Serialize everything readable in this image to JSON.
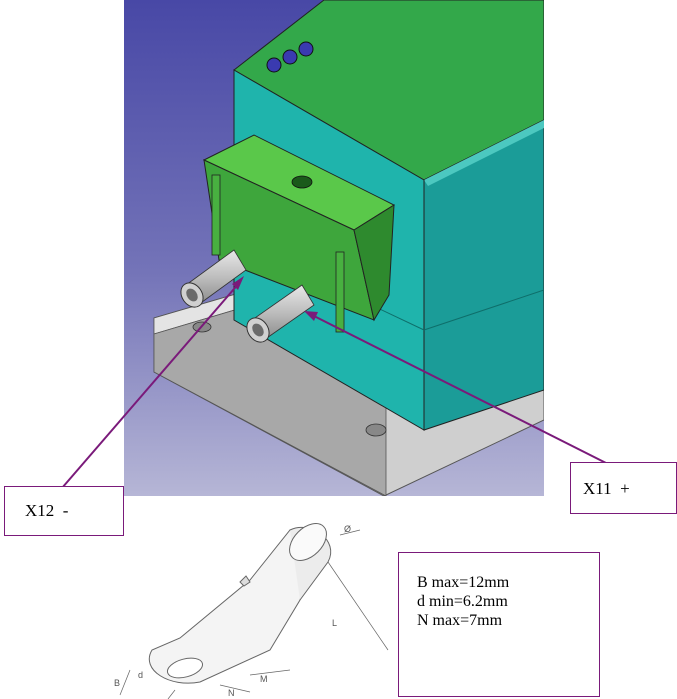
{
  "labels": {
    "negative_terminal": "X12  -",
    "positive_terminal": "X11  +"
  },
  "specs": [
    "B max=12mm",
    "d min=6.2mm",
    "N max=7mm"
  ],
  "lug_dimensions": {
    "B": "B",
    "d": "d",
    "N": "N",
    "M": "M",
    "L": "L",
    "phi": "Ø"
  },
  "colors": {
    "background_top": "#4a4aa8",
    "background_bottom": "#b8b8d8",
    "housing_top": "#2fa84a",
    "housing_side": "#1aa8a0",
    "base_plate": "#c8c8c8",
    "callout_line": "#7a1a7a"
  }
}
